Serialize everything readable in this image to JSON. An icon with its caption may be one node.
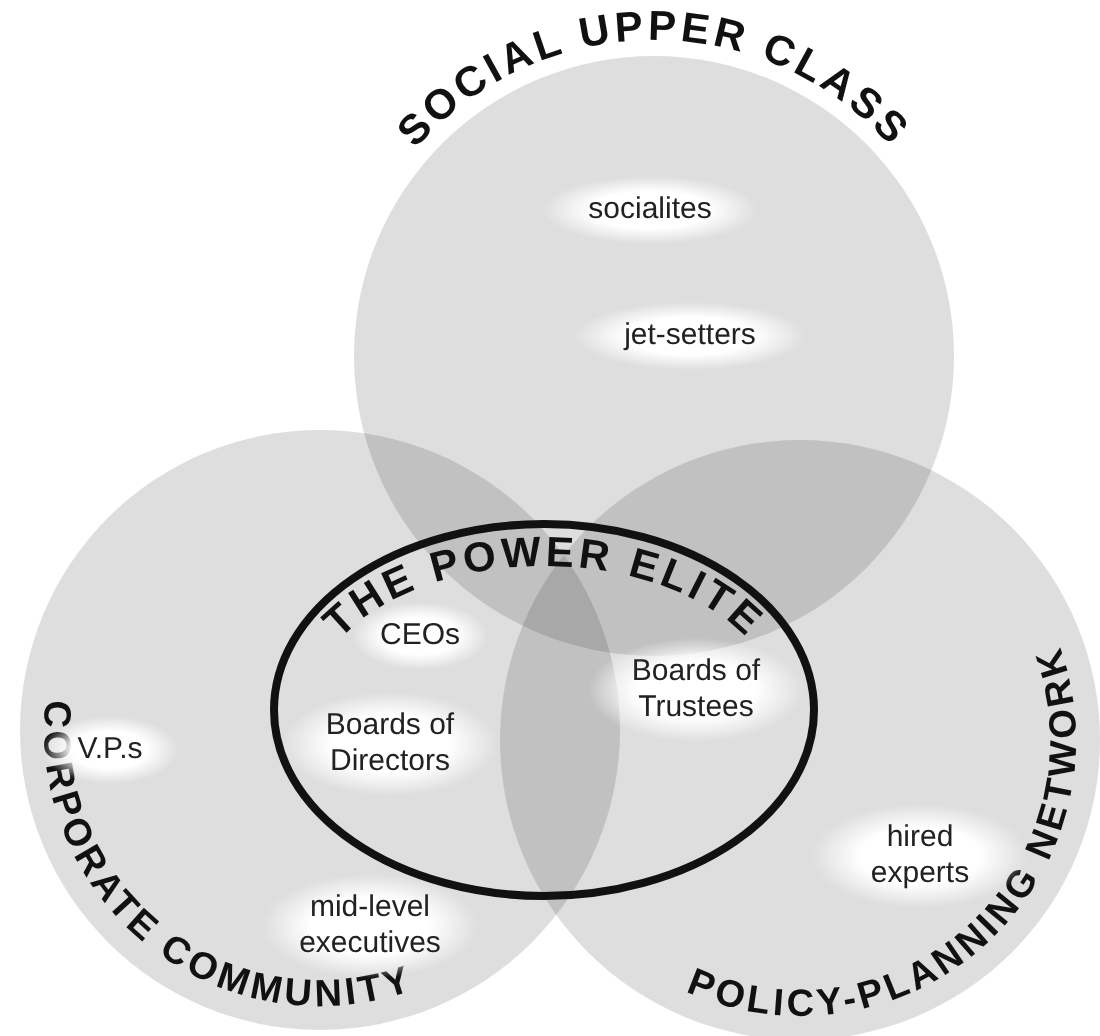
{
  "diagram": {
    "nodes": [
      {
        "text": [
          "SOCIAL UPPER CLASS",
          "socialites",
          "jet-setters"
        ]
      },
      {
        "text": [
          "CORPORATE COMMUNITY",
          "V.P.s",
          "mid-level executives"
        ]
      },
      {
        "text": [
          "POLICY-PLANNING NETWORK",
          "hired experts"
        ]
      },
      {
        "text": [
          "THE POWER ELITE",
          "CEOs",
          "Boards of Directors",
          "Boards of Trustees"
        ]
      }
    ]
  }
}
